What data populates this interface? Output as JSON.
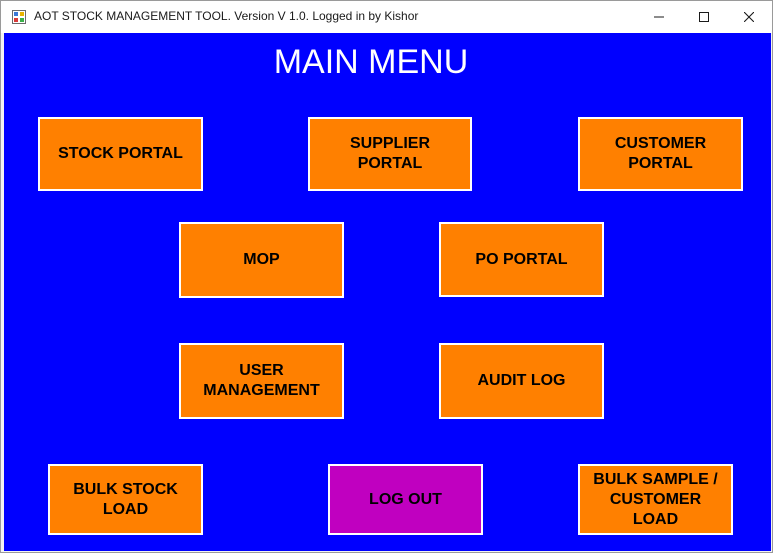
{
  "window": {
    "title": "AOT STOCK MANAGEMENT TOOL. Version V 1.0. Logged in by Kishor"
  },
  "colors": {
    "background": "#0000ff",
    "button": "#ff8000",
    "logout_button": "#c000c0",
    "button_border": "#ffffff"
  },
  "main": {
    "title": "MAIN MENU",
    "buttons": {
      "stock_portal": "STOCK PORTAL",
      "supplier_portal": "SUPPLIER\nPORTAL",
      "customer_portal": "CUSTOMER\nPORTAL",
      "mop": "MOP",
      "po_portal": "PO PORTAL",
      "user_management": "USER\nMANAGEMENT",
      "audit_log": "AUDIT LOG",
      "bulk_stock_load": "BULK STOCK\nLOAD",
      "log_out": "LOG OUT",
      "bulk_sample_customer_load": "BULK SAMPLE /\nCUSTOMER\nLOAD"
    }
  }
}
